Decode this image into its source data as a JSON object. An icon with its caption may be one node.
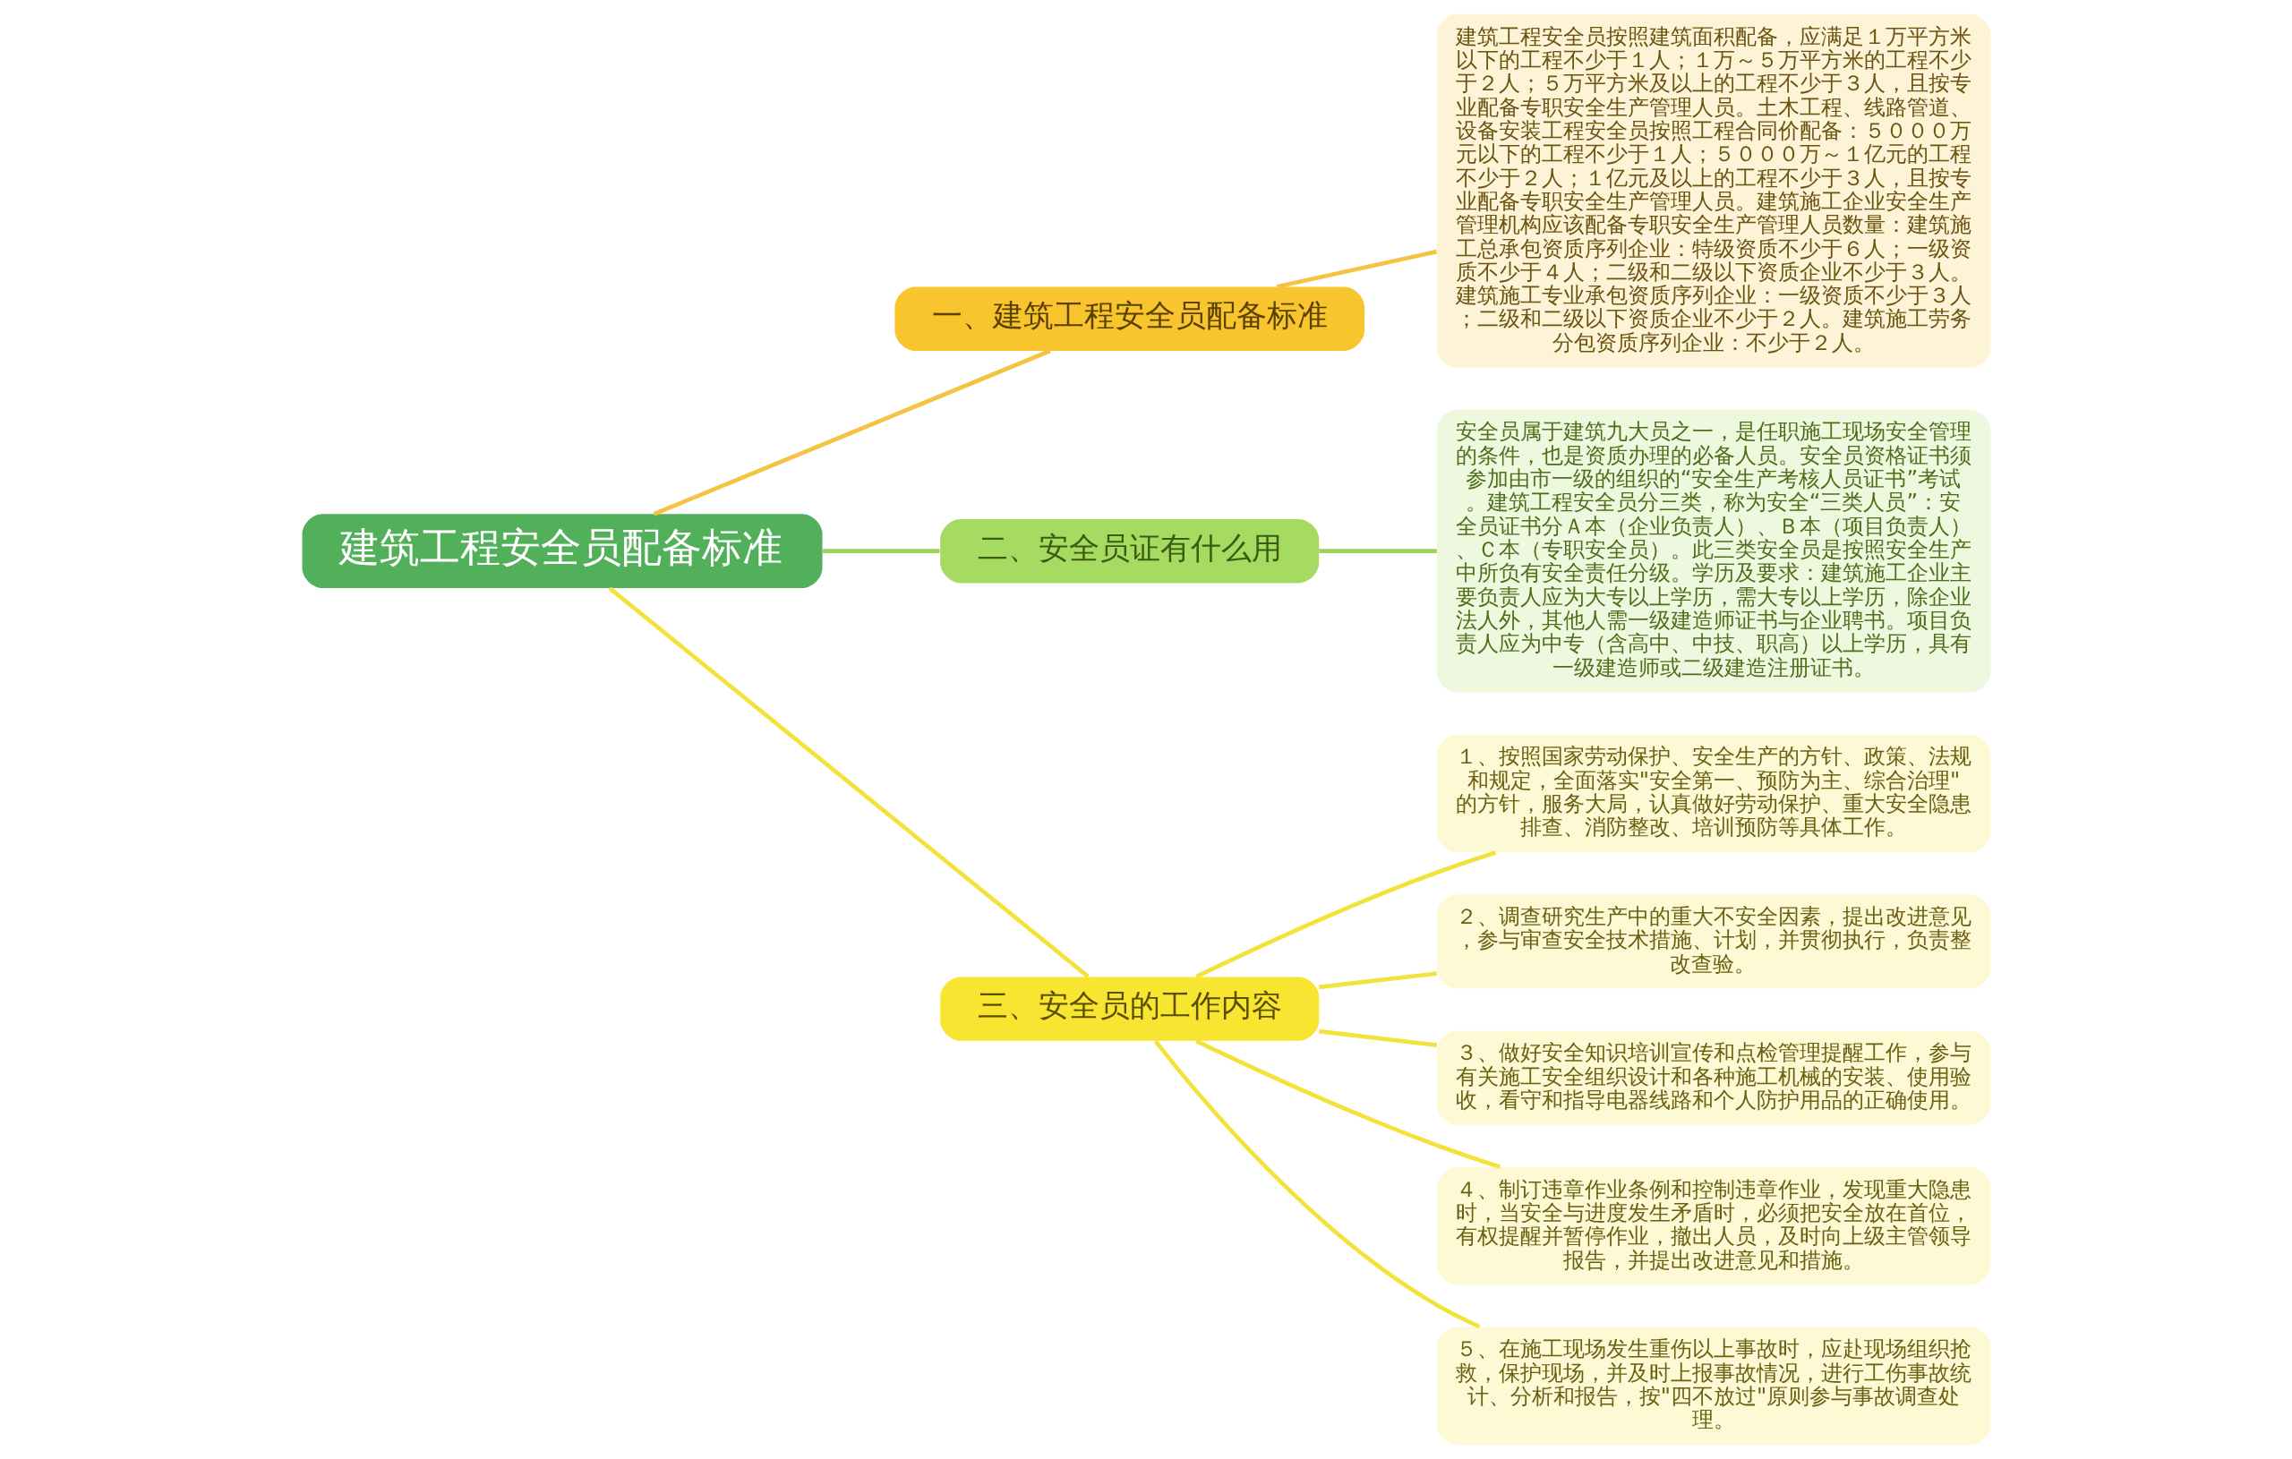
{
  "diagram": {
    "nodes": [
      {
        "text": [
          "建筑工程安全员配备标准"
        ]
      },
      {
        "text": [
          "一、建筑工程安全员配备标准"
        ]
      },
      {
        "text": [
          "建筑工程安全员按照建筑面积配备，应满足１万平方米以下的工程不少于１人；１万～５万平方米的工程不少于２人；５万平方米及以上的工程不少于３人，且按专业配备专职安全生产管理人员。土木工程、线路管道、设备安装工程安全员按照工程合同价配备：５０００万元以下的工程不少于１人；５０００万～１亿元的工程不少于２人；１亿元及以上的工程不少于３人，且按专业配备专职安全生产管理人员。建筑施工企业安全生产管理机构应该配备专职安全生产管理人员数量：建筑施工总承包资质序列企业：特级资质不少于６人；一级资质不少于４人；二级和二级以下资质企业不少于３人。建筑施工专业承包资质序列企业：一级资质不少于３人；二级和二级以下资质企业不少于２人。建筑施工劳务分包资质序列企业：不少于２人。"
        ]
      },
      {
        "text": [
          "二、安全员证有什么用"
        ]
      },
      {
        "text": [
          "安全员属于建筑九大员之一，是任职施工现场安全管理的条件，也是资质办理的必备人员。安全员资格证书须参加由市一级的组织的“安全生产考核人员证书”考试。建筑工程安全员分三类，称为安全“三类人员”：安全员证书分Ａ本（企业负责人）、Ｂ本（项目负责人）、Ｃ本（专职安全员）。此三类安全员是按照安全生产中所负有安全责任分级。学历及要求：建筑施工企业主要负责人应为大专以上学历，需大专以上学历，除企业法人外，其他人需一级建造师证书与企业聘书。项目负责人应为中专（含高中、中技、职高）以上学历，具有一级建造师或二级建造注册证书。"
        ]
      },
      {
        "text": [
          "三、安全员的工作内容"
        ]
      },
      {
        "text": [
          "１、按照国家劳动保护、安全生产的方针、政策、法规和规定，全面落实\"安全第一、预防为主、综合治理\"的方针，服务大局，认真做好劳动保护、重大安全隐患排查、消防整改、培训预防等具体工作。"
        ]
      },
      {
        "text": [
          "２、调查研究生产中的重大不安全因素，提出改进意见，参与审查安全技术措施、计划，并贯彻执行，负责整改查验。"
        ]
      },
      {
        "text": [
          "３、做好安全知识培训宣传和点检管理提醒工作，参与有关施工安全组织设计和各种施工机械的安装、使用验收，看守和指导电器线路和个人防护用品的正确使用。"
        ]
      },
      {
        "text": [
          "４、制订违章作业条例和控制违章作业，发现重大隐患时，当安全与进度发生矛盾时，必须把安全放在首位，有权提醒并暂停作业，撤出人员，及时向上级主管领导报告，并提出改进意见和措施。"
        ]
      },
      {
        "text": [
          "５、在施工现场发生重伤以上事故时，应赴现场组织抢救，保护现场，并及时上报事故情况，进行工伤事故统计、分析和报告，按\"四不放过\"原则参与事故调查处理。"
        ]
      }
    ],
    "edges": [
      {
        "from": 0,
        "to": 1,
        "arrow": "none",
        "color": "#f5c342"
      },
      {
        "from": 1,
        "to": 2,
        "arrow": "none",
        "color": "#f5c342"
      },
      {
        "from": 0,
        "to": 3,
        "arrow": "none",
        "color": "#9ed25b"
      },
      {
        "from": 3,
        "to": 4,
        "arrow": "none",
        "color": "#9ed25b"
      },
      {
        "from": 0,
        "to": 5,
        "arrow": "none",
        "color": "#f2e23a"
      },
      {
        "from": 5,
        "to": 6,
        "arrow": "none",
        "color": "#f2e23a"
      },
      {
        "from": 5,
        "to": 7,
        "arrow": "none",
        "color": "#f2e23a"
      },
      {
        "from": 5,
        "to": 8,
        "arrow": "none",
        "color": "#f2e23a"
      },
      {
        "from": 5,
        "to": 9,
        "arrow": "none",
        "color": "#f2e23a"
      },
      {
        "from": 5,
        "to": 10,
        "arrow": "none",
        "color": "#f2e23a"
      }
    ]
  }
}
